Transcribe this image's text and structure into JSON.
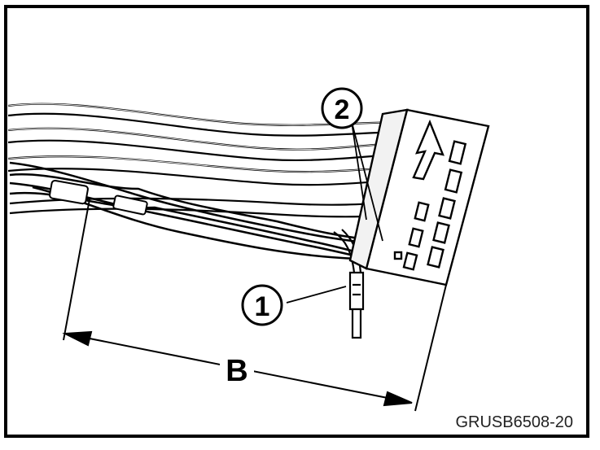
{
  "callouts": [
    {
      "label": "1"
    },
    {
      "label": "2"
    }
  ],
  "dimension": {
    "label": "B"
  },
  "figure_code": "GRUSB6508-20",
  "colors": {
    "ink": "#000000",
    "frame": "#000000",
    "paper": "#ffffff"
  }
}
